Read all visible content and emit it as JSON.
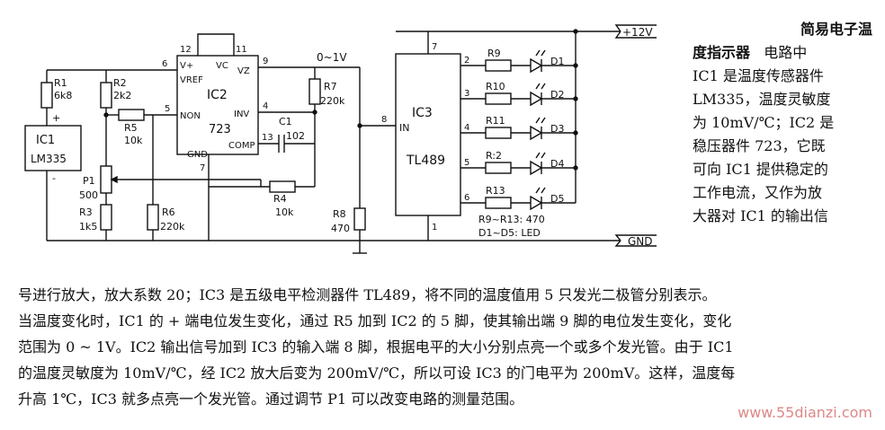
{
  "diagram": {
    "labels": {
      "r1": "R1",
      "r1_val": "6k8",
      "r2": "R2",
      "r2_val": "2k2",
      "r5": "R5",
      "r5_val": "10k",
      "r3": "R3",
      "r3_val": "1k5",
      "p1": "P1",
      "p1_val": "500",
      "r6": "R6",
      "r6_val": "220k",
      "r4": "R4",
      "r4_val": "10k",
      "r7": "R7",
      "r7_val": "220k",
      "r8": "R8",
      "r8_val": "470",
      "c1": "C1",
      "c1_val": "102",
      "ic1": "IC1",
      "ic1_part": "LM335",
      "ic2": "IC2",
      "ic2_part": "723",
      "ic3": "IC3",
      "ic3_part": "TL489",
      "vplus": "V+",
      "vref": "VREF",
      "vc": "VC",
      "vz": "VZ",
      "non": "NON",
      "inv": "INV",
      "comp": "COMP",
      "gnd_pin": "GND",
      "in": "IN",
      "pin12": "12",
      "pin11": "11",
      "pin6": "6",
      "pin9": "9",
      "pin5": "5",
      "pin4": "4",
      "pin13": "13",
      "pin7_ic2": "7",
      "ic3_pin7": "7",
      "ic3_pin8": "8",
      "ic3_pin1": "1",
      "ic3_pin2": "2",
      "ic3_pin3": "3",
      "ic3_pin4": "4",
      "ic3_pin5": "5",
      "ic3_pin6": "6",
      "range": "0~1V",
      "plus12": "+12V",
      "gnd": "GND",
      "r9": "R9",
      "r10": "R10",
      "r11": "R11",
      "r12": "R:2",
      "r13": "R13",
      "d1": "D1",
      "d2": "D2",
      "d3": "D3",
      "d4": "D4",
      "d5": "D5",
      "note1": "R9~R13: 470",
      "note2": "D1~D5: LED",
      "plus": "+",
      "minus": "-"
    }
  },
  "side_text": {
    "title_line1": "简易电子温",
    "title_line2": "度指示器",
    "lines": [
      "电路中",
      "IC1 是温度传感器件",
      "LM335，温度灵敏度",
      "为 10mV/℃；IC2 是",
      "稳压器件 723，它既",
      "可向 IC1 提供稳定的",
      "工作电流，又作为放",
      "大器对 IC1 的输出信"
    ]
  },
  "body_text": [
    "号进行放大，放大系数 20；IC3 是五级电平检测器件 TL489，将不同的温度值用 5 只发光二极管分别表示。",
    "当温度变化时，IC1 的 + 端电位发生变化，通过 R5 加到 IC2 的 5 脚，使其输出端 9 脚的电位发生变化，变化",
    "范围为 0 ~ 1V。IC2 输出信号加到 IC3 的输入端 8 脚，根据电平的大小分别点亮一个或多个发光管。由于 IC1",
    "的温度灵敏度为 10mV/℃，经 IC2 放大后变为 200mV/℃，所以可设 IC3 的门电平为 200mV。这样，温度每",
    "升高 1℃，IC3 就多点亮一个发光管。通过调节 P1 可以改变电路的测量范围。"
  ],
  "watermark": "www.55dianzi.com"
}
